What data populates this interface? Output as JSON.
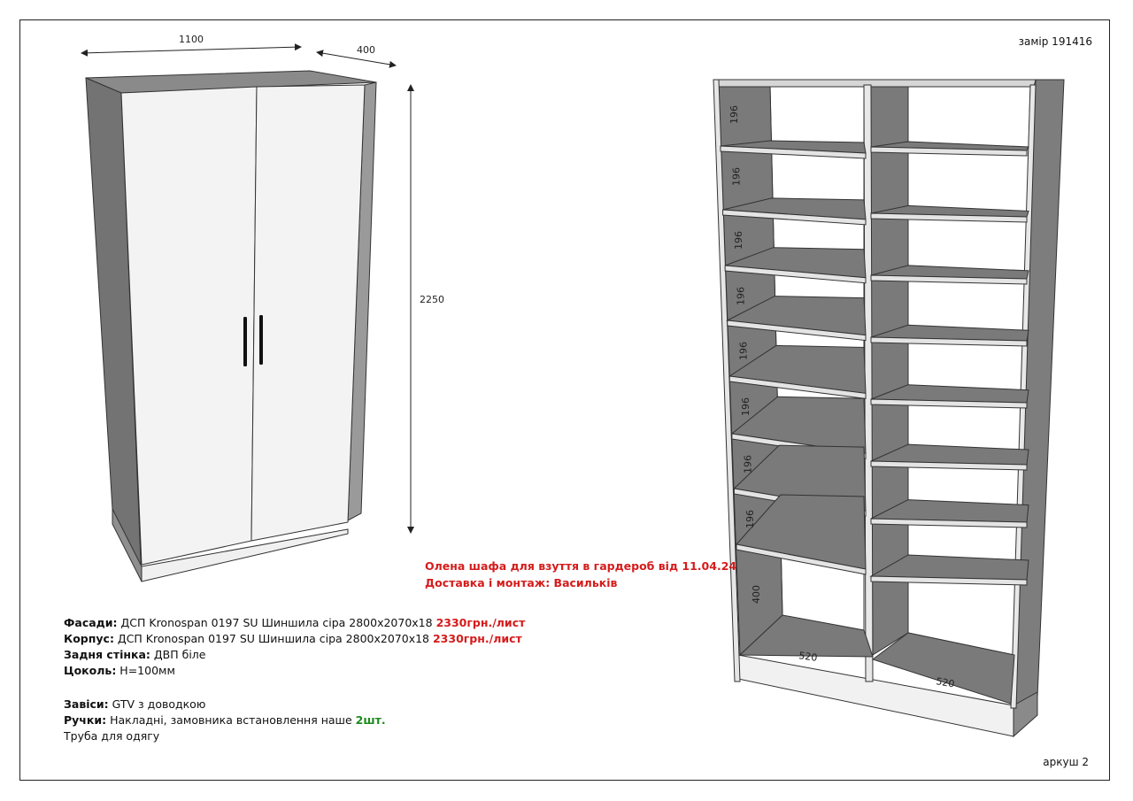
{
  "header": {
    "measure_id": "замір 191416"
  },
  "footer": {
    "sheet": "аркуш 2"
  },
  "closed_view": {
    "width_label": "1100",
    "depth_label": "400",
    "height_label": "2250"
  },
  "open_view": {
    "shelf_gaps": [
      "196",
      "196",
      "196",
      "196",
      "196",
      "196",
      "196",
      "196"
    ],
    "bottom_gap": "400",
    "compartment_widths": [
      "520",
      "520"
    ]
  },
  "order": {
    "line1": "Олена шафа для взуття в гардероб від 11.04.24",
    "line2": "Доставка і монтаж: Васильків"
  },
  "specs": {
    "facades": {
      "label": "Фасади:",
      "text": " ДСП Kronospan 0197 SU Шиншила сіра 2800х2070х18 ",
      "price": "2330грн./лист"
    },
    "body": {
      "label": "Корпус:",
      "text": " ДСП Kronospan 0197 SU Шиншила сіра 2800х2070х18 ",
      "price": "2330грн./лист"
    },
    "back": {
      "label": "Задня стінка:",
      "text": "  ДВП біле"
    },
    "plinth": {
      "label": "Цоколь:",
      "text": " Н=100мм"
    },
    "hinges": {
      "label": "Завіси:",
      "text": " GTV з доводкою"
    },
    "handles": {
      "label": "Ручки:",
      "text": " Накладні, замовника встановлення наше ",
      "count": "2шт."
    },
    "rail": {
      "text": "Труба для одягу"
    }
  },
  "colors": {
    "panel_gray": "#7a7a7a",
    "panel_light": "#f4f4f4",
    "accent_red": "#d51c1c",
    "accent_green": "#1d8a1d"
  }
}
